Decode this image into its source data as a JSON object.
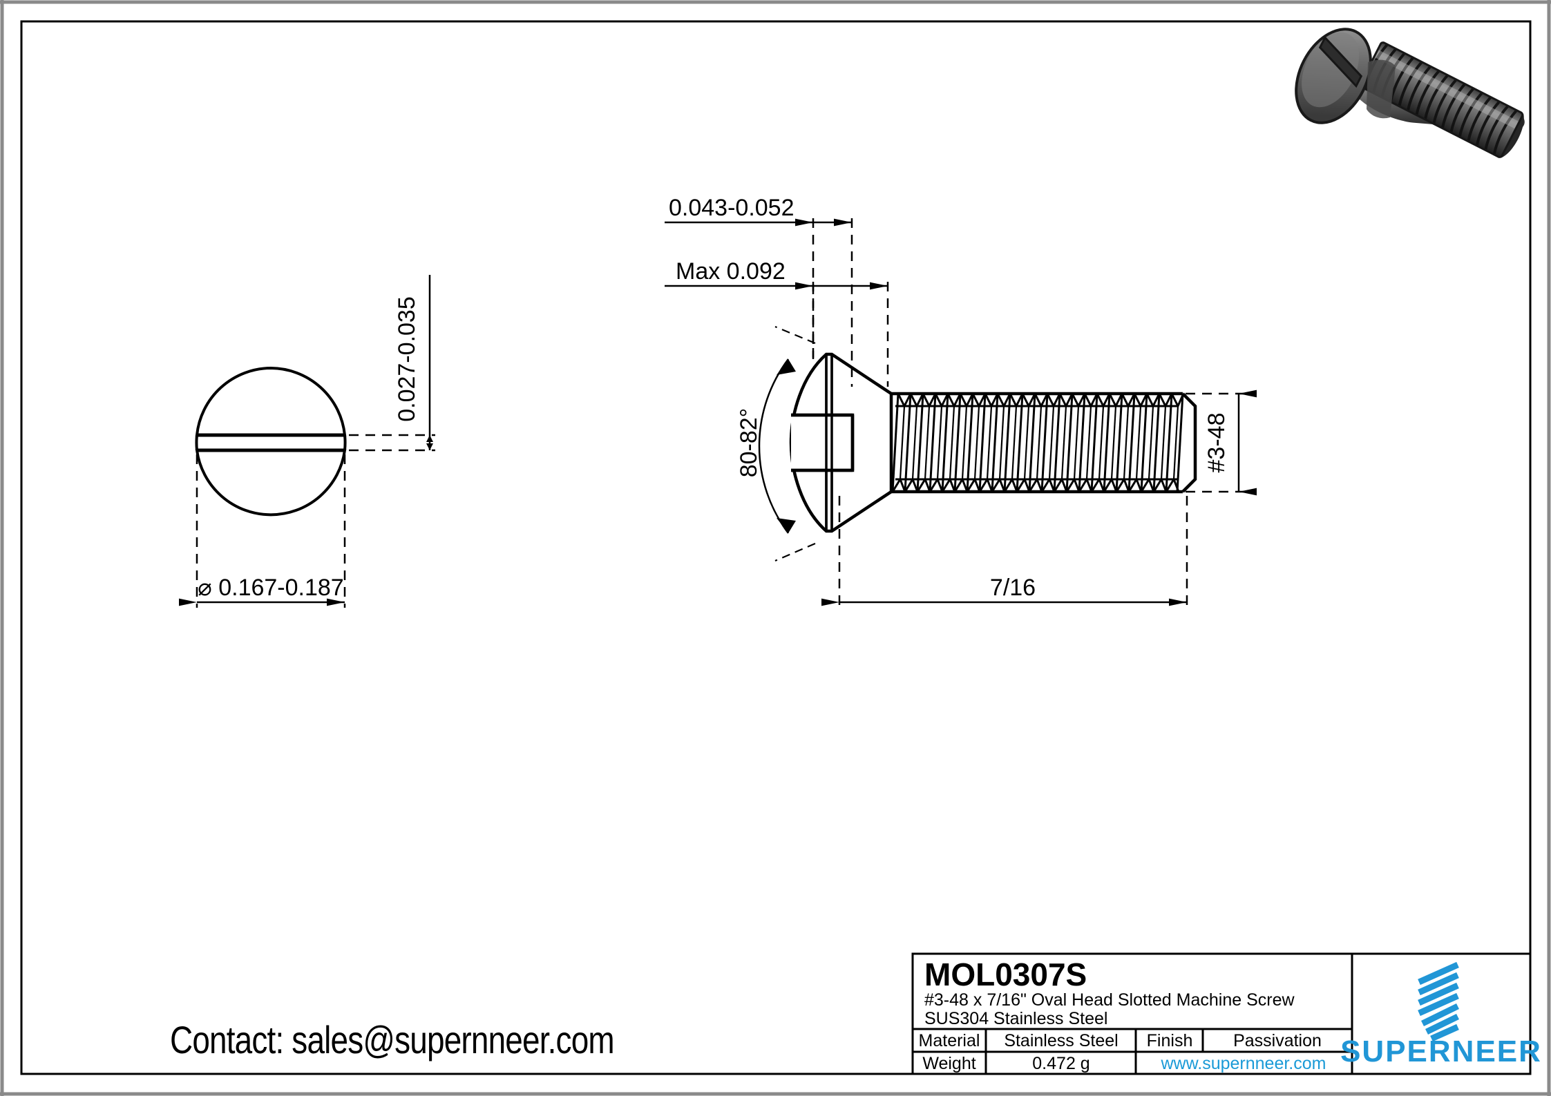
{
  "drawing": {
    "part_number": "MOL0307S",
    "description_line1": "#3-48 x 7/16\" Oval Head Slotted Machine Screw",
    "description_line2": "SUS304 Stainless Steel",
    "contact": "Contact: sales@supernneer.com"
  },
  "dimensions": {
    "head_height": "0.027-0.035",
    "head_diameter": "⌀ 0.167-0.187",
    "slot_width": "0.043-0.052",
    "slot_depth_max": "Max 0.092",
    "head_angle": "80-82°",
    "thread_spec": "#3-48",
    "length": "7/16"
  },
  "title_block": {
    "rows": [
      {
        "label": "Material",
        "value": "Stainless Steel",
        "label2": "Finish",
        "value2": "Passivation"
      },
      {
        "label": "Weight",
        "value": "0.472 g",
        "link": "www.supernneer.com"
      }
    ],
    "material_label": "Material",
    "material_value": "Stainless Steel",
    "finish_label": "Finish",
    "finish_value": "Passivation",
    "weight_label": "Weight",
    "weight_value": "0.472 g",
    "website": "www.supernneer.com"
  },
  "brand": {
    "name": "SUPERNEER",
    "color": "#2196d6"
  },
  "colors": {
    "line": "#000000",
    "frame": "#000000",
    "outer_frame": "#8a8a8a",
    "accent": "#2196d6",
    "link": "#1a9ad7",
    "render_dark": "#2b2b2b",
    "render_mid": "#6e6e6e",
    "render_light": "#a9a9a9"
  }
}
